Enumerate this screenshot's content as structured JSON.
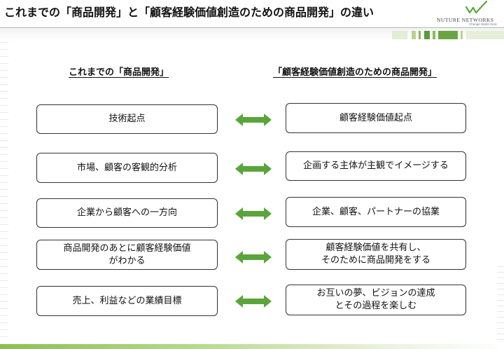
{
  "page": {
    "title": "これまでの「商品開発」と「顧客経験価値創造のための商品開発」の違い"
  },
  "logo": {
    "name": "NUTURE NETWORKS",
    "tagline": "Change Starts Here"
  },
  "columns": {
    "left_heading": "これまでの「商品開発」",
    "right_heading": "「顧客経験価値創造のための商品開発」"
  },
  "comparison": [
    {
      "left": "技術起点",
      "right": "顧客経験価値起点"
    },
    {
      "left": "市場、顧客の客観的分析",
      "right": "企画する主体が主観でイメージする"
    },
    {
      "left": "企業から顧客への一方向",
      "right": "企業、顧客、パートナーの協業"
    },
    {
      "left": "商品開発のあとに顧客経験価値\nがわかる",
      "right": "顧客経験価値を共有し、\nそのために商品開発をする"
    },
    {
      "left": "売上、利益などの業績目標",
      "right": "お互いの夢、ビジョンの達成\nとその過程を楽しむ"
    }
  ],
  "colors": {
    "arrow_green": "#5aa53b",
    "brand_green": "#5aa53b",
    "border": "#333333"
  },
  "icons": {
    "arrow": "double-headed-arrow",
    "logo_mark": "check-mark"
  }
}
